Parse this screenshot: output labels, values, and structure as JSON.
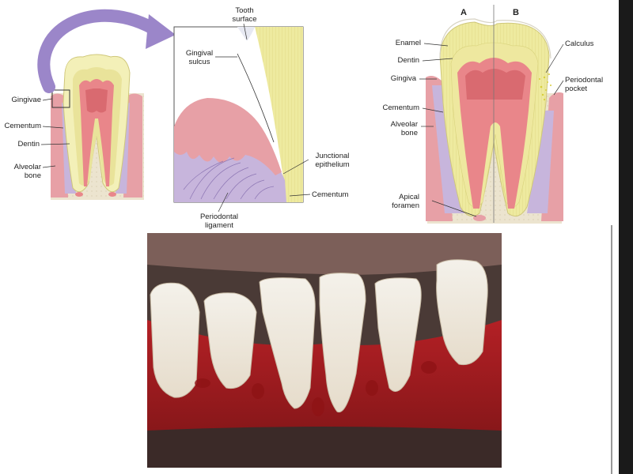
{
  "left_panel": {
    "labels": {
      "gingivae": "Gingivae",
      "cementum": "Cementum",
      "dentin": "Dentin",
      "alveolar_bone_1": "Alveolar",
      "alveolar_bone_2": "bone"
    }
  },
  "zoom_panel": {
    "labels": {
      "tooth_surface_1": "Tooth",
      "tooth_surface_2": "surface",
      "gingival_sulcus_1": "Gingival",
      "gingival_sulcus_2": "sulcus",
      "junctional_epithelium_1": "Junctional",
      "junctional_epithelium_2": "epithelium",
      "cementum": "Cementum",
      "periodontal_ligament_1": "Periodontal",
      "periodontal_ligament_2": "ligament"
    }
  },
  "right_panel": {
    "labels": {
      "side_a": "A",
      "side_b": "B",
      "enamel": "Enamel",
      "dentin": "Dentin",
      "gingiva": "Gingiva",
      "cementum": "Cementum",
      "alveolar_bone_1": "Alveolar",
      "alveolar_bone_2": "bone",
      "apical_foramen_1": "Apical",
      "apical_foramen_2": "foramen",
      "calculus": "Calculus",
      "periodontal_pocket_1": "Periodontal",
      "periodontal_pocket_2": "pocket"
    }
  },
  "colors": {
    "enamel": "#f3f0b8",
    "dentin": "#e9e39a",
    "pulp": "#e9868a",
    "gingiva": "#e7a0a6",
    "ligament": "#c7b5dc",
    "bone": "#ece4cf",
    "arrow": "#9b86c9"
  }
}
